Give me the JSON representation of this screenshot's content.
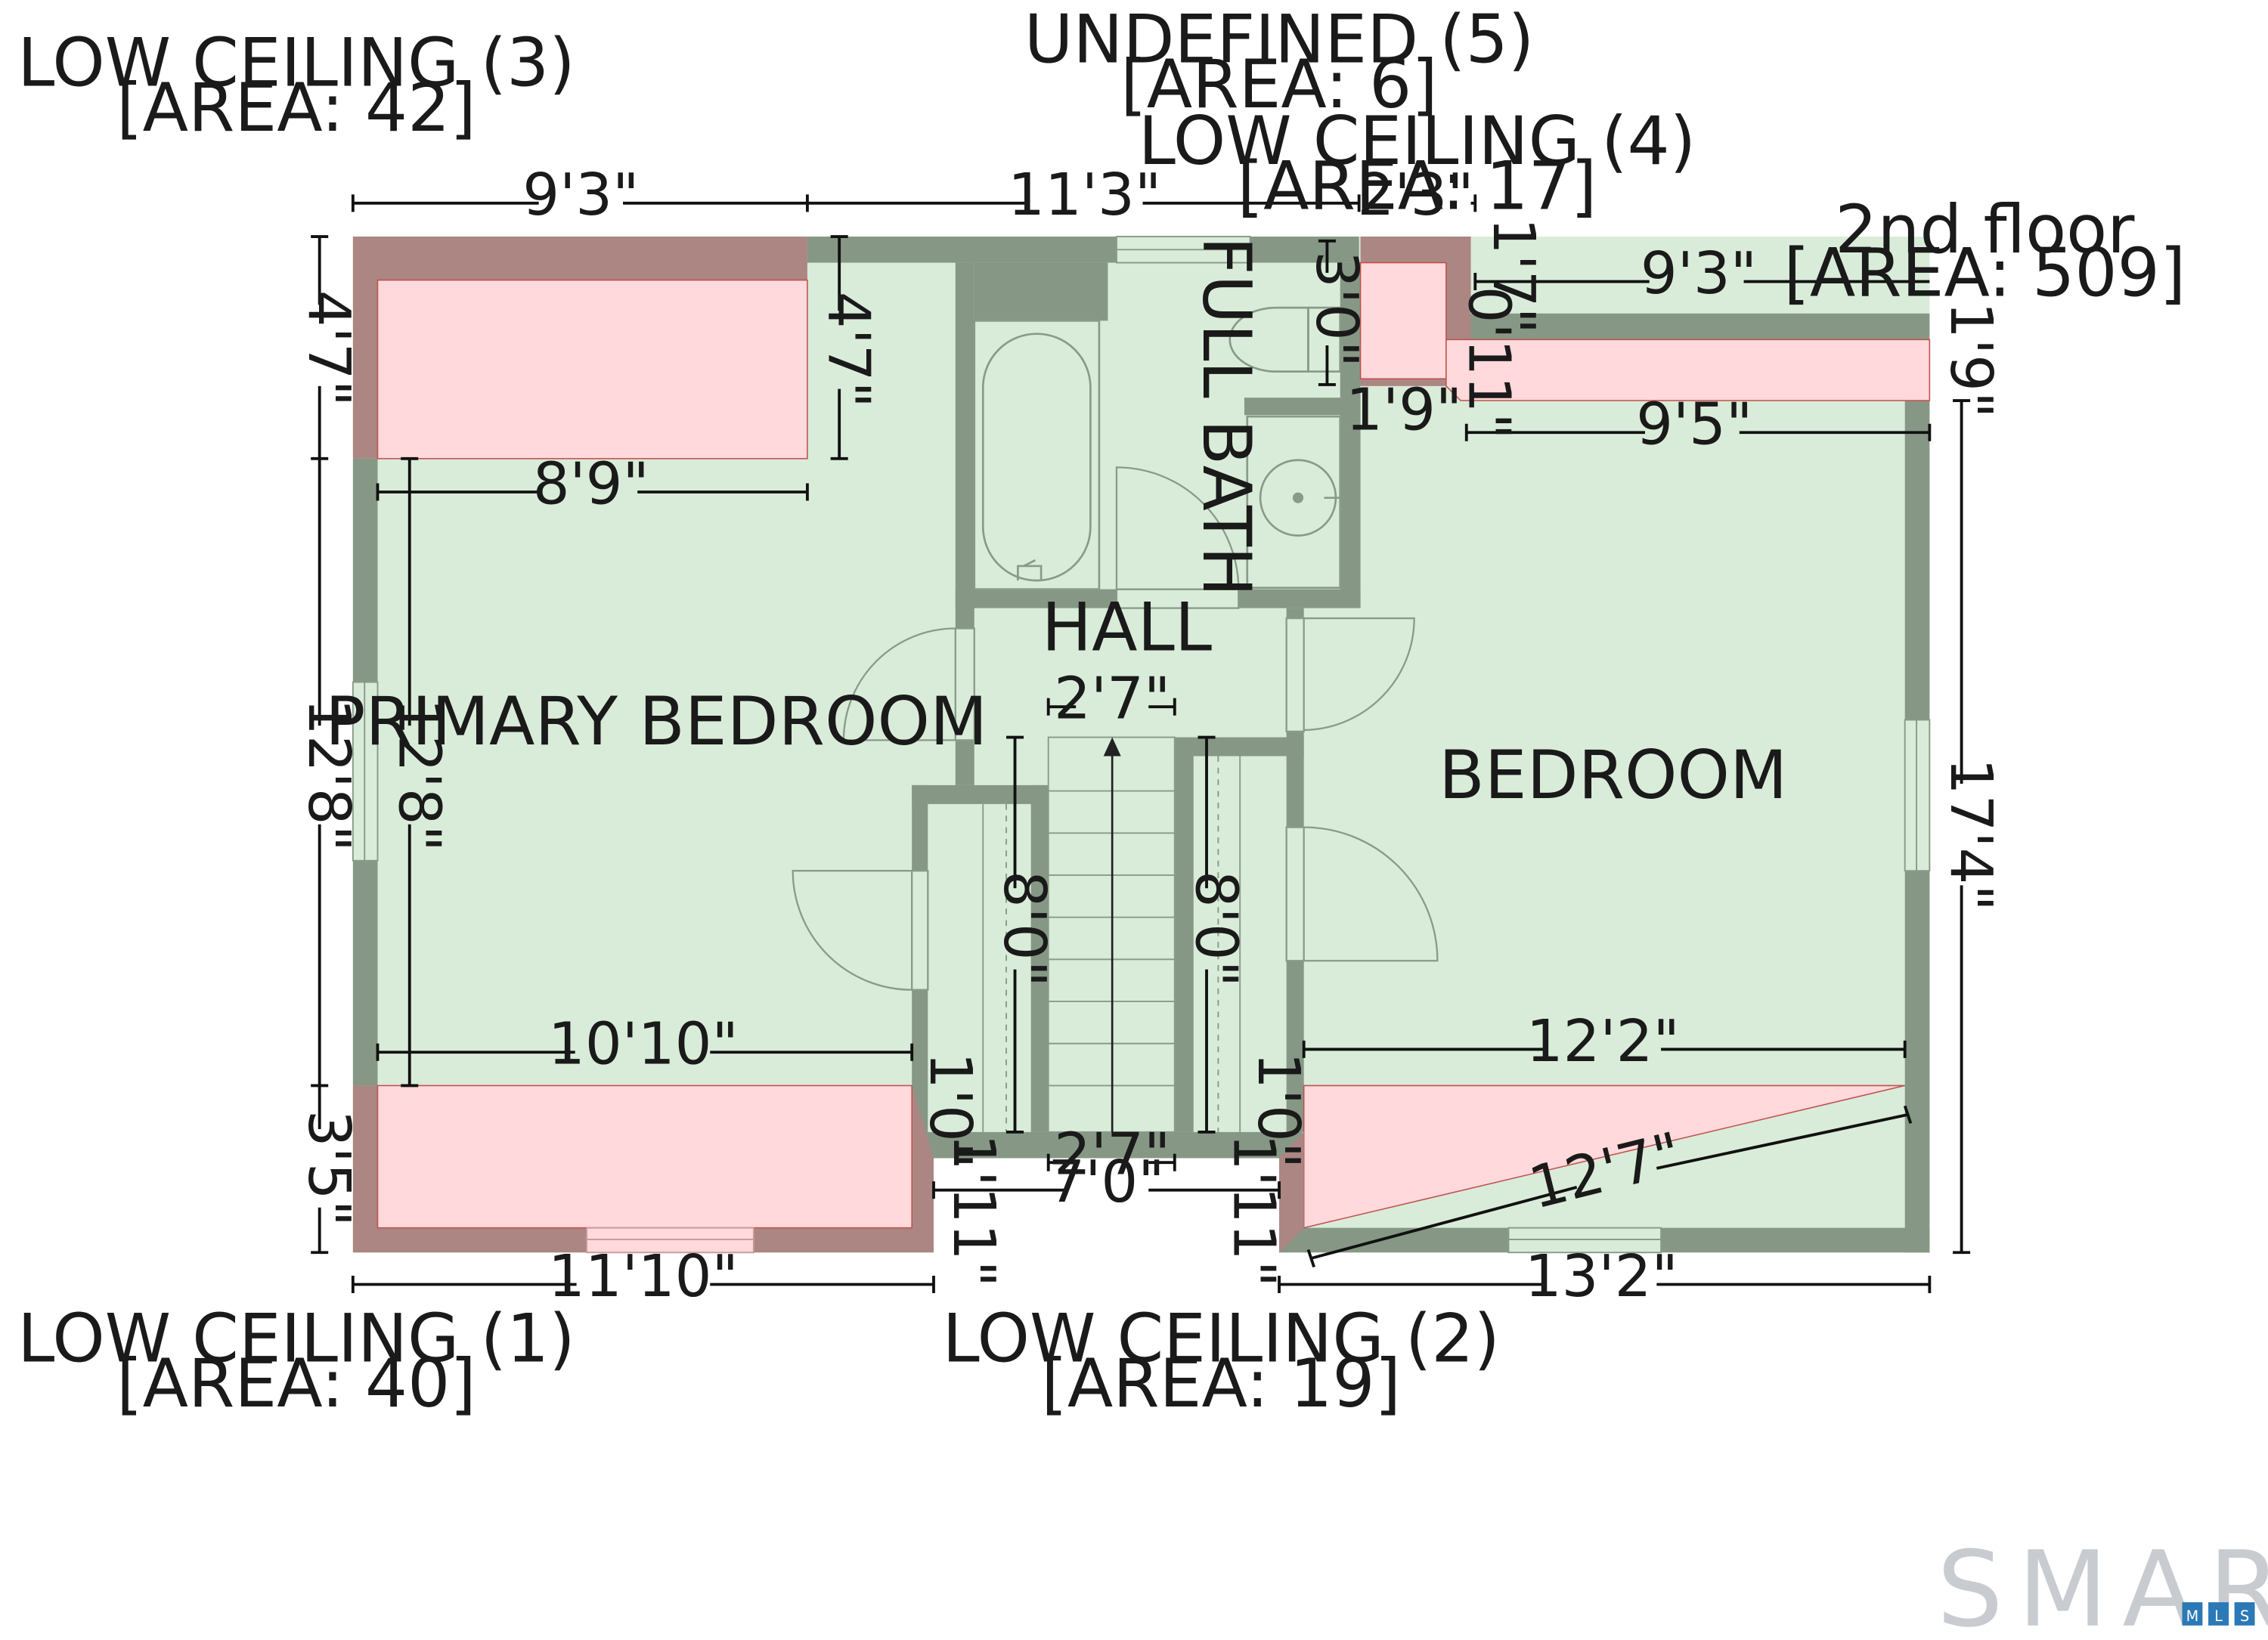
{
  "plan": {
    "floor_label": "2nd floor",
    "floor_area": "[AREA: 509]",
    "colors": {
      "floor": "#d9ecd9",
      "wall": "#869885",
      "low_ceiling_fill": "#ffd9db",
      "low_ceiling_wall": "#ab8683",
      "dimension_line": "#111111"
    },
    "rooms": {
      "primary_bedroom": "PRIMARY BEDROOM",
      "bedroom": "BEDROOM",
      "full_bath": "FULL BATH",
      "hall": "HALL"
    },
    "areas": {
      "lc3": {
        "name": "LOW CEILING (3)",
        "area": "[AREA: 42]"
      },
      "und5": {
        "name": "UNDEFINED (5)",
        "area": "[AREA: 6]"
      },
      "lc4": {
        "name": "LOW CEILING (4)",
        "area": "[AREA: 17]"
      },
      "lc1": {
        "name": "LOW CEILING (1)",
        "area": "[AREA: 40]"
      },
      "lc2": {
        "name": "LOW CEILING (2)",
        "area": "[AREA: 19]"
      }
    },
    "dims": {
      "top_9_3": "9'3\"",
      "top_11_3": "11'3\"",
      "top_2_3": "2'3\"",
      "right_9_3": "9'3\"",
      "left_4_7": "4'7\"",
      "inner_4_7": "4'7\"",
      "bath_3_0": "3'0\"",
      "r_1_7": "1'7\"",
      "r_0_11": "0'11\"",
      "r_1_9_v": "1'9\"",
      "r_1_9_h": "1'9\"",
      "r_9_5": "9'5\"",
      "pb_8_9": "8'9\"",
      "left_12_8": "12'8\"",
      "inner_12_8": "12'8\"",
      "hall_2_7": "2'7\"",
      "stair_8_0_l": "8'0\"",
      "stair_8_0_r": "8'0\"",
      "right_17_4": "17'4\"",
      "pb_10_10": "10'10\"",
      "br_12_2": "12'2\"",
      "cl_1_0_l": "1'0\"",
      "cl_1_0_r": "1'0\"",
      "left_3_5": "3'5\"",
      "stair_2_7": "2'7\"",
      "lc_1_11_l": "1'11\"",
      "lc_7_0": "7'0\"",
      "lc_1_11_r": "1'11\"",
      "diag_12_7": "12'7\"",
      "bot_11_10": "11'10\"",
      "bot_13_2": "13'2\""
    }
  },
  "watermark": {
    "brand": "SMART",
    "sub": [
      "M",
      "L",
      "S"
    ]
  }
}
